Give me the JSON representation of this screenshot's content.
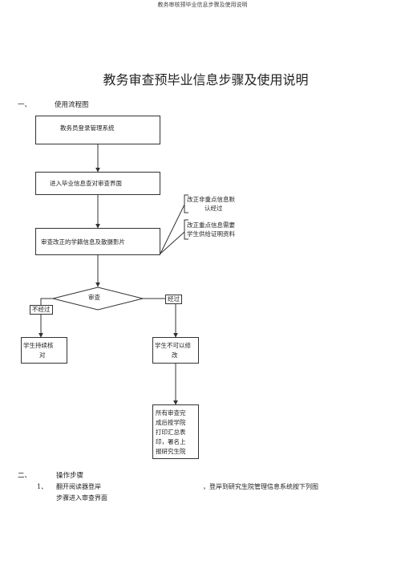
{
  "header": {
    "running_title": "教务审核预毕业信息步骤及使用说明"
  },
  "document": {
    "title": "教务审查预毕业信息步骤及使用说明"
  },
  "section1": {
    "number": "一、",
    "title": "使用流程图"
  },
  "flowchart": {
    "box_login": "教务员登录管理系统",
    "box_enter": "进入毕业信息查对审查界面",
    "box_review": "审查改正的学籍信息及散摄影片",
    "note1_line1": "改正非重点信息默",
    "note1_line2": "认经过",
    "note2_line1": "改正重点信息需要",
    "note2_line2": "学生供给证明资料",
    "decision": "审查",
    "label_fail": "不经过",
    "label_pass": "经过",
    "box_student_line1": "学生持续核",
    "box_student_line2": "对",
    "box_nomod_line1": "学生不可以修",
    "box_nomod_line2": "改",
    "box_final_lines": [
      "所有审查完",
      "成后按学院",
      "打印汇总表",
      "印，署名上",
      "报研究生院"
    ]
  },
  "section2": {
    "number": "二、",
    "title": "操作步骤",
    "step1_number": "1、",
    "step1_text_a": "翻开阅读器登岸",
    "step1_text_b": "，登岸到研究生院管理信息系统按下列图",
    "step1_text_c": "步骤进入审查界面"
  }
}
